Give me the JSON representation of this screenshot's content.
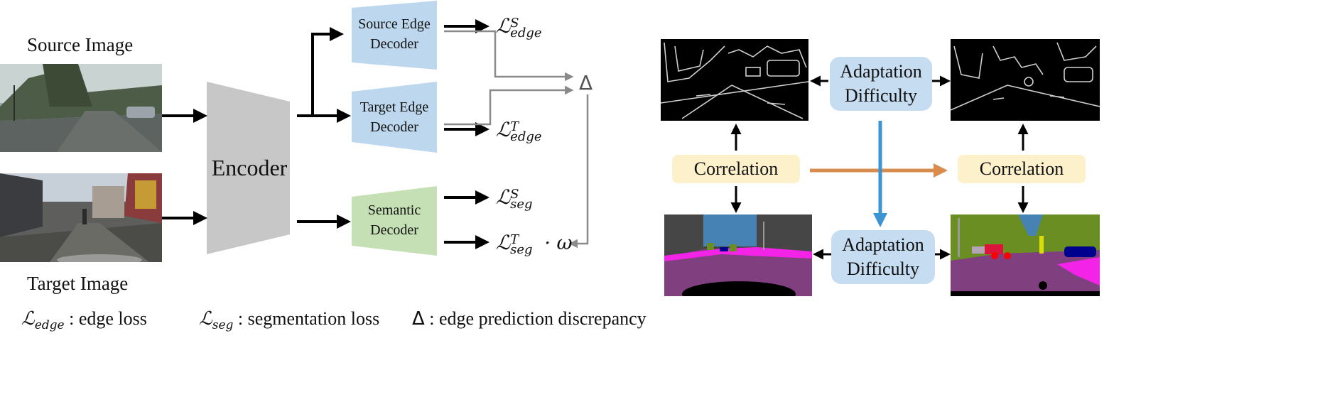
{
  "left": {
    "source_image_label": "Source Image",
    "target_image_label": "Target Image",
    "encoder_label": "Encoder",
    "source_edge_decoder": [
      "Source Edge",
      "Decoder"
    ],
    "target_edge_decoder": [
      "Target Edge",
      "Decoder"
    ],
    "semantic_decoder": [
      "Semantic",
      "Decoder"
    ],
    "delta_symbol": "Δ",
    "losses": {
      "edge_source": {
        "sym": "ℒ",
        "sup": "S",
        "sub": "edge"
      },
      "edge_target": {
        "sym": "ℒ",
        "sup": "T",
        "sub": "edge"
      },
      "seg_source": {
        "sym": "ℒ",
        "sup": "S",
        "sub": "seg"
      },
      "seg_target": {
        "sym": "ℒ",
        "sup": "T",
        "sub": "seg",
        "weight": "· ω"
      }
    }
  },
  "legend": {
    "edge": {
      "sym": "ℒ",
      "sub": "edge",
      "text": ":  edge loss"
    },
    "seg": {
      "sym": "ℒ",
      "sub": "seg",
      "text": ": segmentation loss"
    },
    "delta": {
      "sym": "Δ",
      "text": ": edge prediction discrepancy"
    }
  },
  "right": {
    "adaptation_difficulty_top": [
      "Adaptation",
      "Difficulty"
    ],
    "adaptation_difficulty_bottom": [
      "Adaptation",
      "Difficulty"
    ],
    "correlation_left": "Correlation",
    "correlation_right": "Correlation"
  },
  "colors": {
    "encoder_gray": "#c8c7c8",
    "edge_decoder_blue": "#bdd7ee",
    "semantic_decoder_green": "#c5e0b4",
    "adaptation_box": "#c6dcf0",
    "correlation_box": "#fdf1cc",
    "orange_arrow": "#d98c4c",
    "blue_arrow": "#3c95d2",
    "gray_line": "#8a8a8a"
  }
}
